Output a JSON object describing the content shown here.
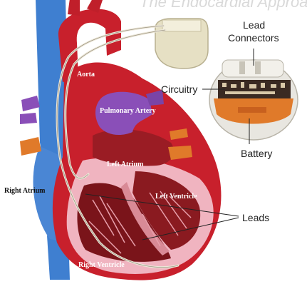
{
  "header": {
    "partial_title": "The Endocardial Approach (Base"
  },
  "labels": {
    "aorta": "Aorta",
    "pulmonary_artery": "Pulmonary Artery",
    "left_atrium": "Left Atrium",
    "right_atrium": "Right Atrium",
    "left_ventricle": "Left Ventricle",
    "right_ventricle": "Right Ventricle"
  },
  "device_callouts": {
    "lead_connectors_line1": "Lead",
    "lead_connectors_line2": "Connectors",
    "circuitry": "Circuitry",
    "battery": "Battery",
    "leads": "Leads"
  },
  "colors": {
    "vein_blue": "#3f7fd0",
    "artery_red": "#c8202c",
    "pulmonary_purple": "#8a4fb8",
    "muscle_pink": "#f0b4c0",
    "chamber_dark": "#8a1a20",
    "lead_wire": "#ece7d8",
    "pacemaker_shell": "#e6e0c4",
    "device_orange": "#e07a2a"
  }
}
